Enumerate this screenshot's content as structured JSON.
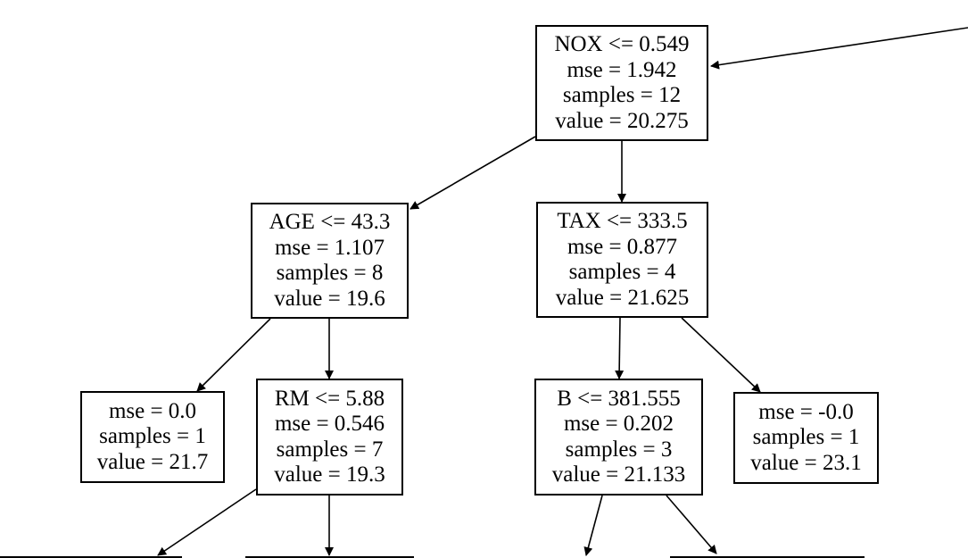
{
  "nodes": {
    "root": {
      "lines": [
        "NOX <= 0.549",
        "mse = 1.942",
        "samples = 12",
        "value = 20.275"
      ]
    },
    "age": {
      "lines": [
        "AGE <= 43.3",
        "mse = 1.107",
        "samples = 8",
        "value = 19.6"
      ]
    },
    "tax": {
      "lines": [
        "TAX <= 333.5",
        "mse = 0.877",
        "samples = 4",
        "value = 21.625"
      ]
    },
    "leaf1": {
      "lines": [
        "mse = 0.0",
        "samples = 1",
        "value = 21.7"
      ]
    },
    "rm": {
      "lines": [
        "RM <= 5.88",
        "mse = 0.546",
        "samples = 7",
        "value = 19.3"
      ]
    },
    "b": {
      "lines": [
        "B <= 381.555",
        "mse = 0.202",
        "samples = 3",
        "value = 21.133"
      ]
    },
    "leaf2": {
      "lines": [
        "mse = -0.0",
        "samples = 1",
        "value = 23.1"
      ]
    }
  },
  "colors": {
    "stroke": "#000000",
    "background": "#ffffff",
    "node_fill": "#ffffff"
  }
}
